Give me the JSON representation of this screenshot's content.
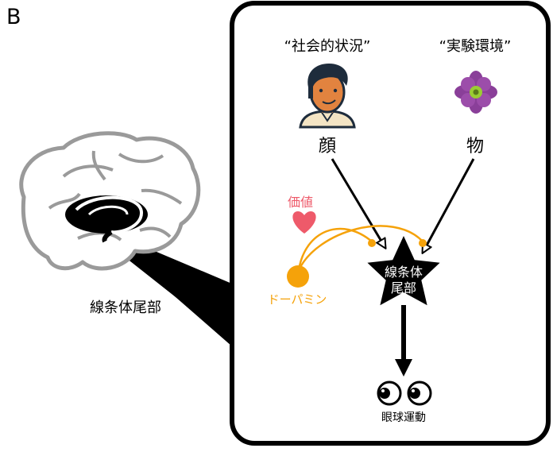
{
  "panel_letter": "B",
  "contexts": {
    "social": "“社会的状況”",
    "experimental": "“実験環境”"
  },
  "inputs": {
    "face": "顔",
    "object": "物"
  },
  "value_label": "価値",
  "dopamine_label": "ドーパミン",
  "striatum_label_line1": "線条体",
  "striatum_label_line2": "尾部",
  "brain_label": "線条体尾部",
  "output_label": "眼球運動",
  "icons": {
    "person": "person-icon",
    "flower": "flower-icon",
    "heart": "heart-icon",
    "eyes": "eyes-icon",
    "brain": "brain-icon"
  },
  "colors": {
    "dopamine": "#f5a20a",
    "value": "#ee5a6a",
    "flower_petal": "#8a3f99",
    "flower_center": "#9acd32",
    "skin": "#e2833f",
    "hair": "#1e2c3c"
  }
}
